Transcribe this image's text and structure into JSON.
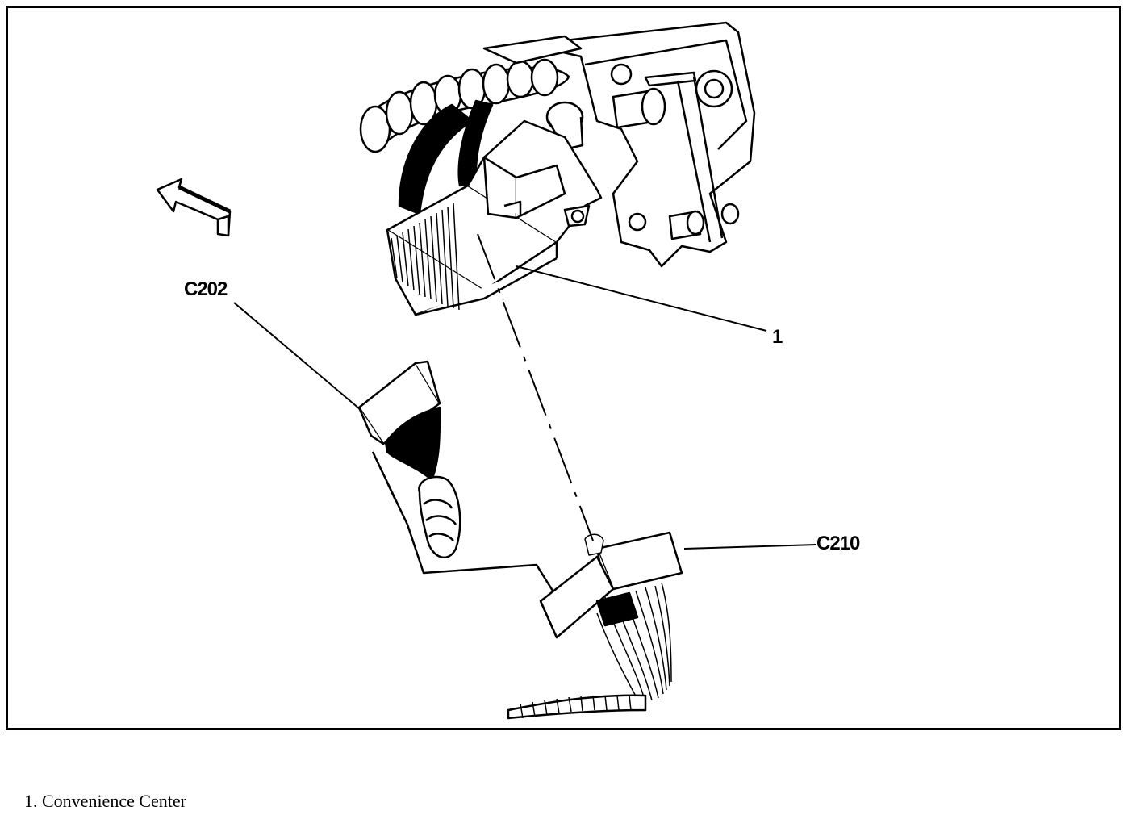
{
  "labels": {
    "c202": "C202",
    "c210": "C210",
    "item_1": "1"
  },
  "legend": {
    "items": [
      {
        "text": "1. Convenience Center"
      }
    ]
  },
  "colors": {
    "ink": "#000000",
    "paper": "#ffffff"
  },
  "icons": {
    "direction_arrow": "forward-arrow-icon"
  }
}
